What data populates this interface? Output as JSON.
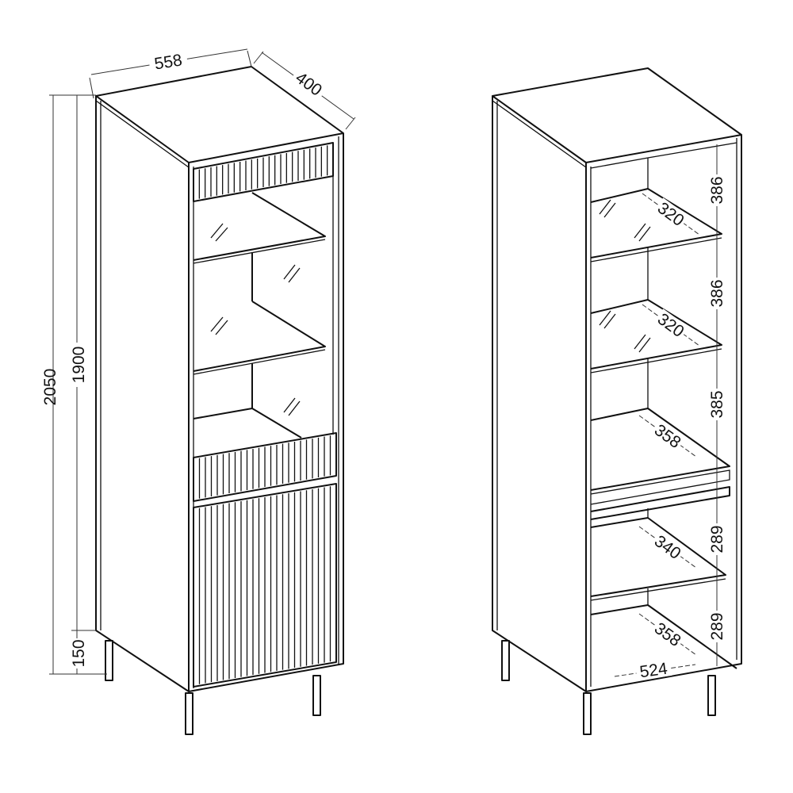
{
  "left_view": {
    "width_label": "558",
    "depth_label": "400",
    "total_height_label": "2050",
    "body_height_label": "1900",
    "leg_height_label": "150"
  },
  "right_view": {
    "compartment_heights": [
      "386",
      "386",
      "385",
      "289",
      "289"
    ],
    "shelf_depths": [
      "320",
      "320",
      "358",
      "340",
      "358"
    ],
    "inner_width_label": "524"
  }
}
